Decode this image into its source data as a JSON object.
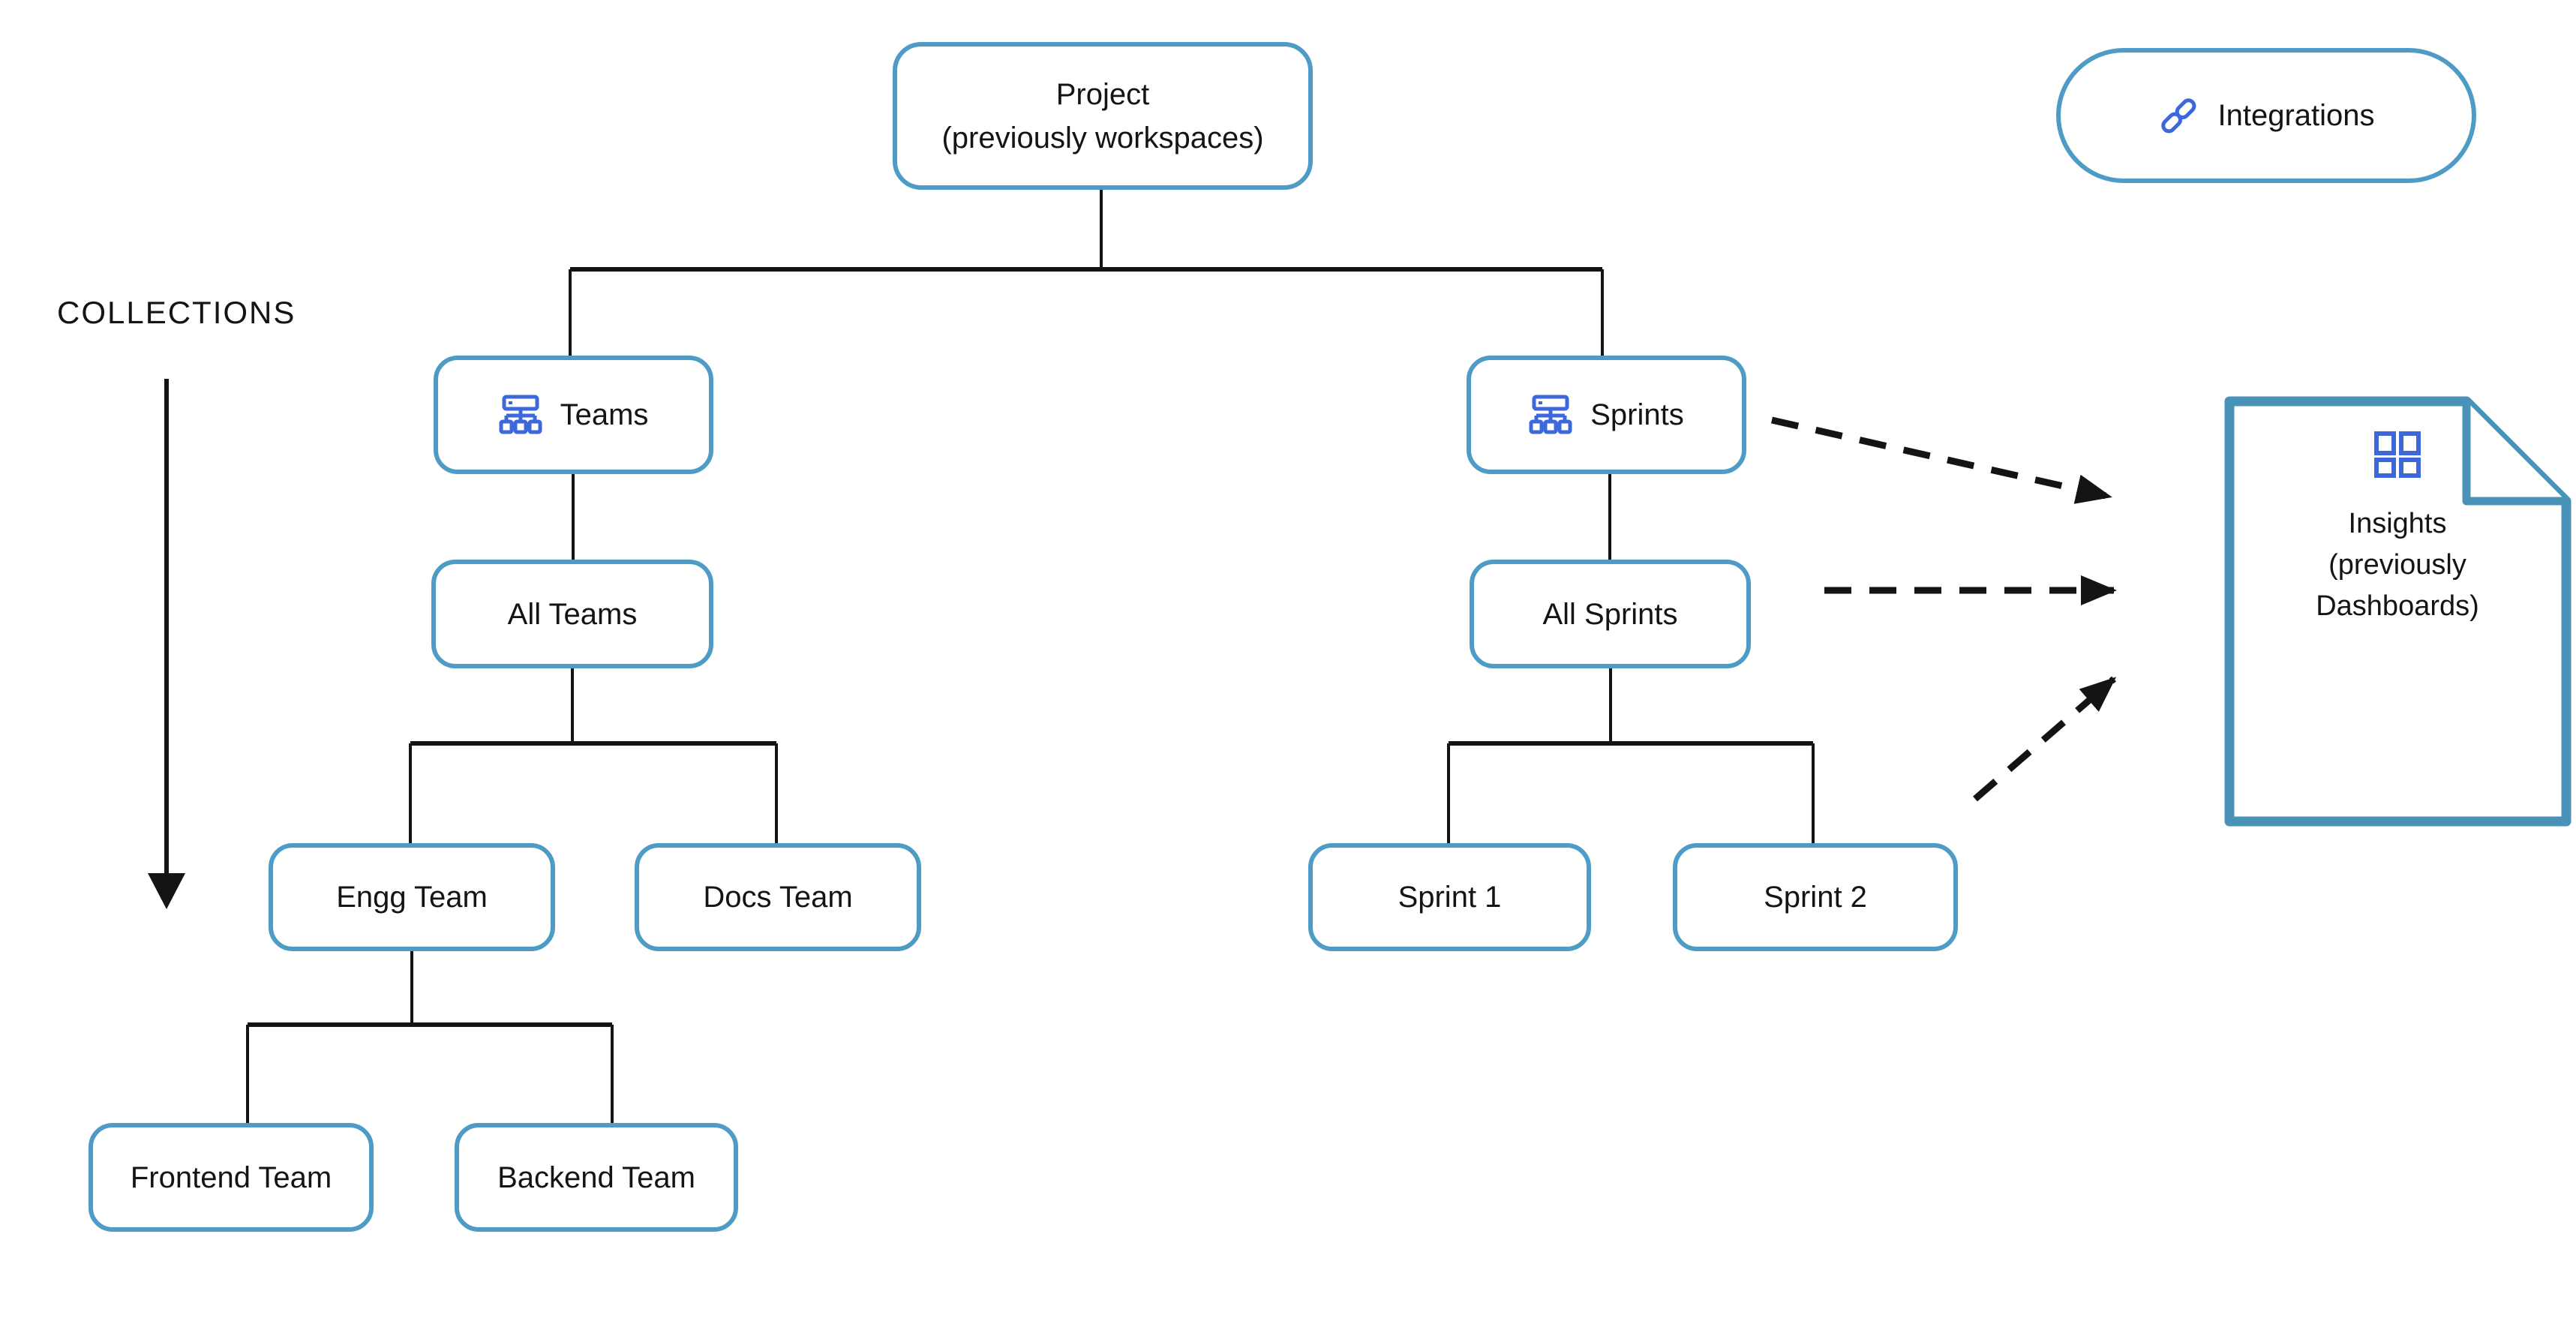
{
  "labels": {
    "collections": "COLLECTIONS"
  },
  "nodes": {
    "project": {
      "line1": "Project",
      "line2": "(previously workspaces)"
    },
    "integrations": {
      "label": "Integrations",
      "icon": "link-icon"
    },
    "teams": {
      "label": "Teams",
      "icon": "org-chart-icon"
    },
    "sprints": {
      "label": "Sprints",
      "icon": "org-chart-icon"
    },
    "all_teams": {
      "label": "All Teams"
    },
    "all_sprints": {
      "label": "All Sprints"
    },
    "engg_team": {
      "label": "Engg Team"
    },
    "docs_team": {
      "label": "Docs Team"
    },
    "sprint_1": {
      "label": "Sprint 1"
    },
    "sprint_2": {
      "label": "Sprint 2"
    },
    "frontend_team": {
      "label": "Frontend Team"
    },
    "backend_team": {
      "label": "Backend Team"
    },
    "insights": {
      "line1": "Insights",
      "line2": "(previously",
      "line3": "Dashboards)",
      "icon": "dashboard-grid-icon"
    }
  },
  "colors": {
    "node_border": "#4E9CC6",
    "document_border": "#4A93B8",
    "icon_blue": "#3D68DB",
    "connector_line": "#141414",
    "text": "#141414",
    "background": "#ffffff"
  }
}
